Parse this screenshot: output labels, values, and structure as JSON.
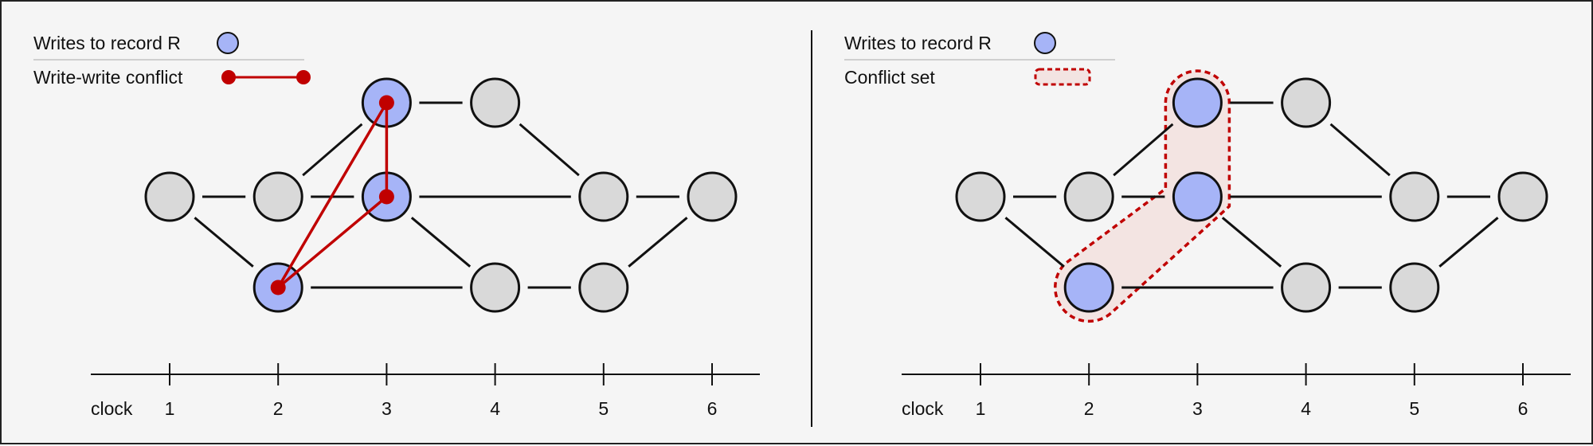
{
  "colors": {
    "background": "#f5f5f5",
    "node_fill": "#d9d9d9",
    "write_fill": "#a6b4f7",
    "stroke": "#111111",
    "conflict": "#c00000",
    "conflict_set_fill": "#f3e4e2"
  },
  "left_panel": {
    "legend": {
      "writes_label": "Writes to record R",
      "conflict_label": "Write-write conflict"
    }
  },
  "right_panel": {
    "legend": {
      "writes_label": "Writes to record R",
      "conflict_set_label": "Conflict set"
    }
  },
  "axis": {
    "label": "clock",
    "ticks": [
      "1",
      "2",
      "3",
      "4",
      "5",
      "6"
    ]
  },
  "graph": {
    "nodes": [
      {
        "id": "a",
        "clock": 1,
        "row": "middle",
        "write": false
      },
      {
        "id": "b",
        "clock": 2,
        "row": "middle",
        "write": false
      },
      {
        "id": "c",
        "clock": 2,
        "row": "bottom",
        "write": true
      },
      {
        "id": "d",
        "clock": 3,
        "row": "top",
        "write": true
      },
      {
        "id": "e",
        "clock": 3,
        "row": "middle",
        "write": true
      },
      {
        "id": "f",
        "clock": 4,
        "row": "top",
        "write": false
      },
      {
        "id": "g",
        "clock": 4,
        "row": "bottom",
        "write": false
      },
      {
        "id": "h",
        "clock": 5,
        "row": "middle",
        "write": false
      },
      {
        "id": "i",
        "clock": 5,
        "row": "bottom",
        "write": false
      },
      {
        "id": "j",
        "clock": 6,
        "row": "middle",
        "write": false
      }
    ],
    "edges": [
      [
        "a",
        "b"
      ],
      [
        "a",
        "c"
      ],
      [
        "b",
        "d"
      ],
      [
        "b",
        "e"
      ],
      [
        "c",
        "g"
      ],
      [
        "d",
        "f"
      ],
      [
        "e",
        "g"
      ],
      [
        "e",
        "h"
      ],
      [
        "f",
        "h"
      ],
      [
        "g",
        "i"
      ],
      [
        "h",
        "j"
      ],
      [
        "i",
        "j"
      ]
    ],
    "conflicts": [
      [
        "d",
        "e"
      ],
      [
        "d",
        "c"
      ],
      [
        "e",
        "c"
      ]
    ],
    "conflict_set": [
      "d",
      "e",
      "c"
    ]
  }
}
